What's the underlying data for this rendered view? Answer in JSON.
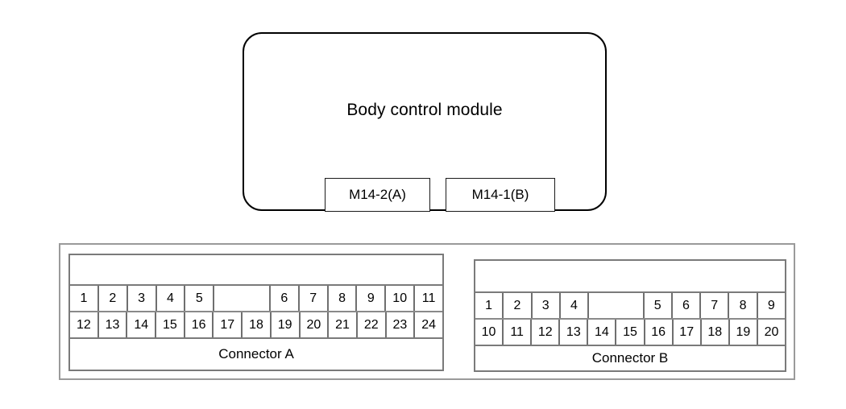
{
  "module": {
    "title": "Body control module",
    "tabs": [
      {
        "label": "M14-2(A)"
      },
      {
        "label": "M14-1(B)"
      }
    ]
  },
  "connectors": [
    {
      "name": "Connector A",
      "columns": 13,
      "top_row": [
        "1",
        "2",
        "3",
        "4",
        "5",
        "",
        "",
        "6",
        "7",
        "8",
        "9",
        "10",
        "11"
      ],
      "bottom_row": [
        "12",
        "13",
        "14",
        "15",
        "16",
        "17",
        "18",
        "19",
        "20",
        "21",
        "22",
        "23",
        "24"
      ]
    },
    {
      "name": "Connector B",
      "columns": 11,
      "top_row": [
        "1",
        "2",
        "3",
        "4",
        "",
        "",
        "5",
        "6",
        "7",
        "8",
        "9"
      ],
      "bottom_row": [
        "10",
        "11",
        "12",
        "13",
        "14",
        "15",
        "16",
        "17",
        "18",
        "19",
        "20"
      ]
    }
  ],
  "colors": {
    "outline": "#000000",
    "frame": "#9a9a9a",
    "grid": "#6f6f6f",
    "background": "#ffffff"
  }
}
